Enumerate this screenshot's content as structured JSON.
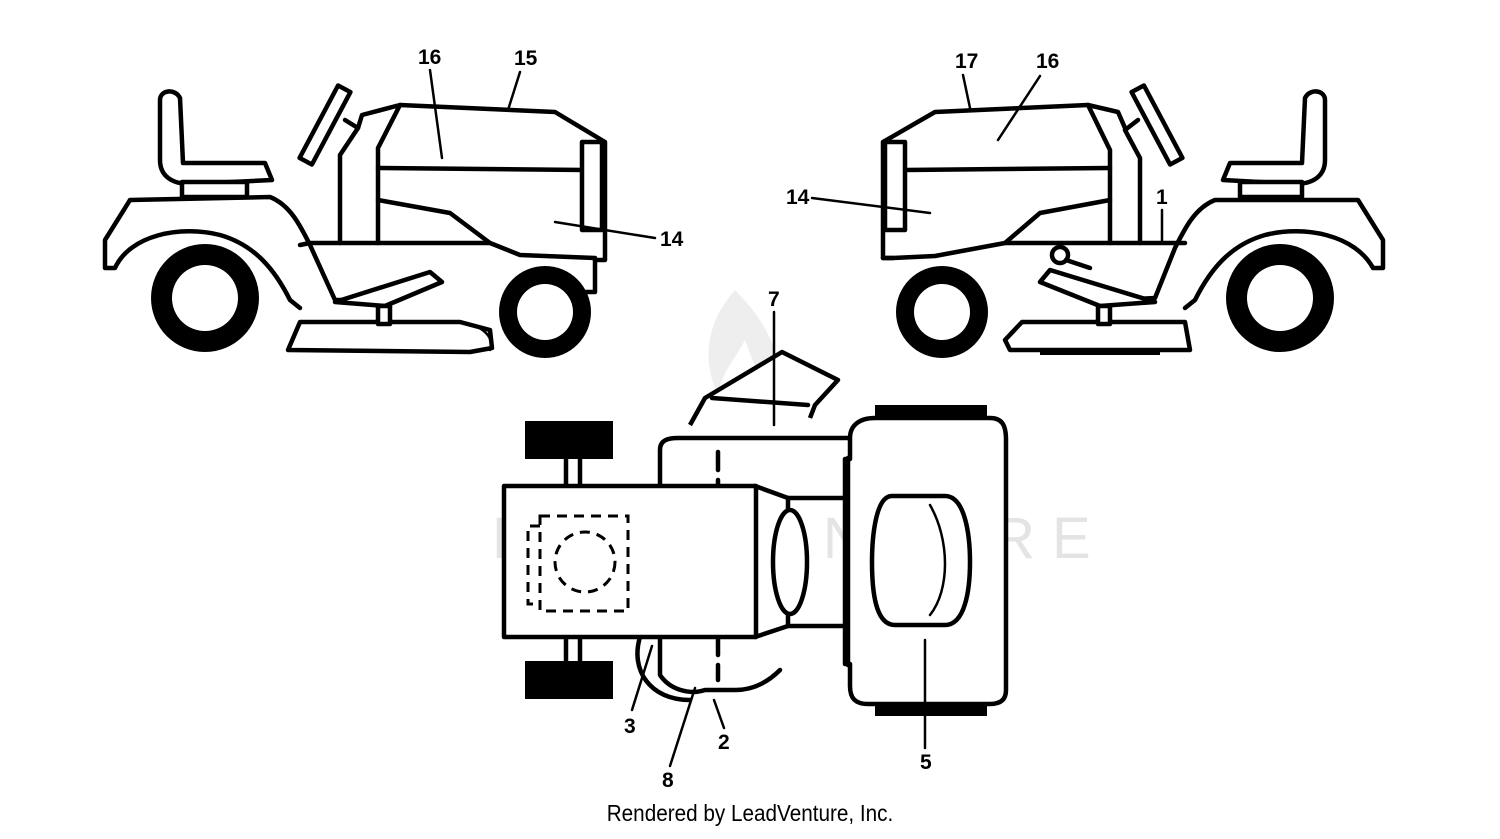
{
  "callouts": {
    "c1": "1",
    "c2": "2",
    "c3": "3",
    "c5": "5",
    "c7": "7",
    "c8": "8",
    "c14_left": "14",
    "c14_right": "14",
    "c15": "15",
    "c16_left": "16",
    "c16_right": "16",
    "c17": "17"
  },
  "watermark": "LEADVENTURE",
  "footer": "Rendered by LeadVenture, Inc."
}
